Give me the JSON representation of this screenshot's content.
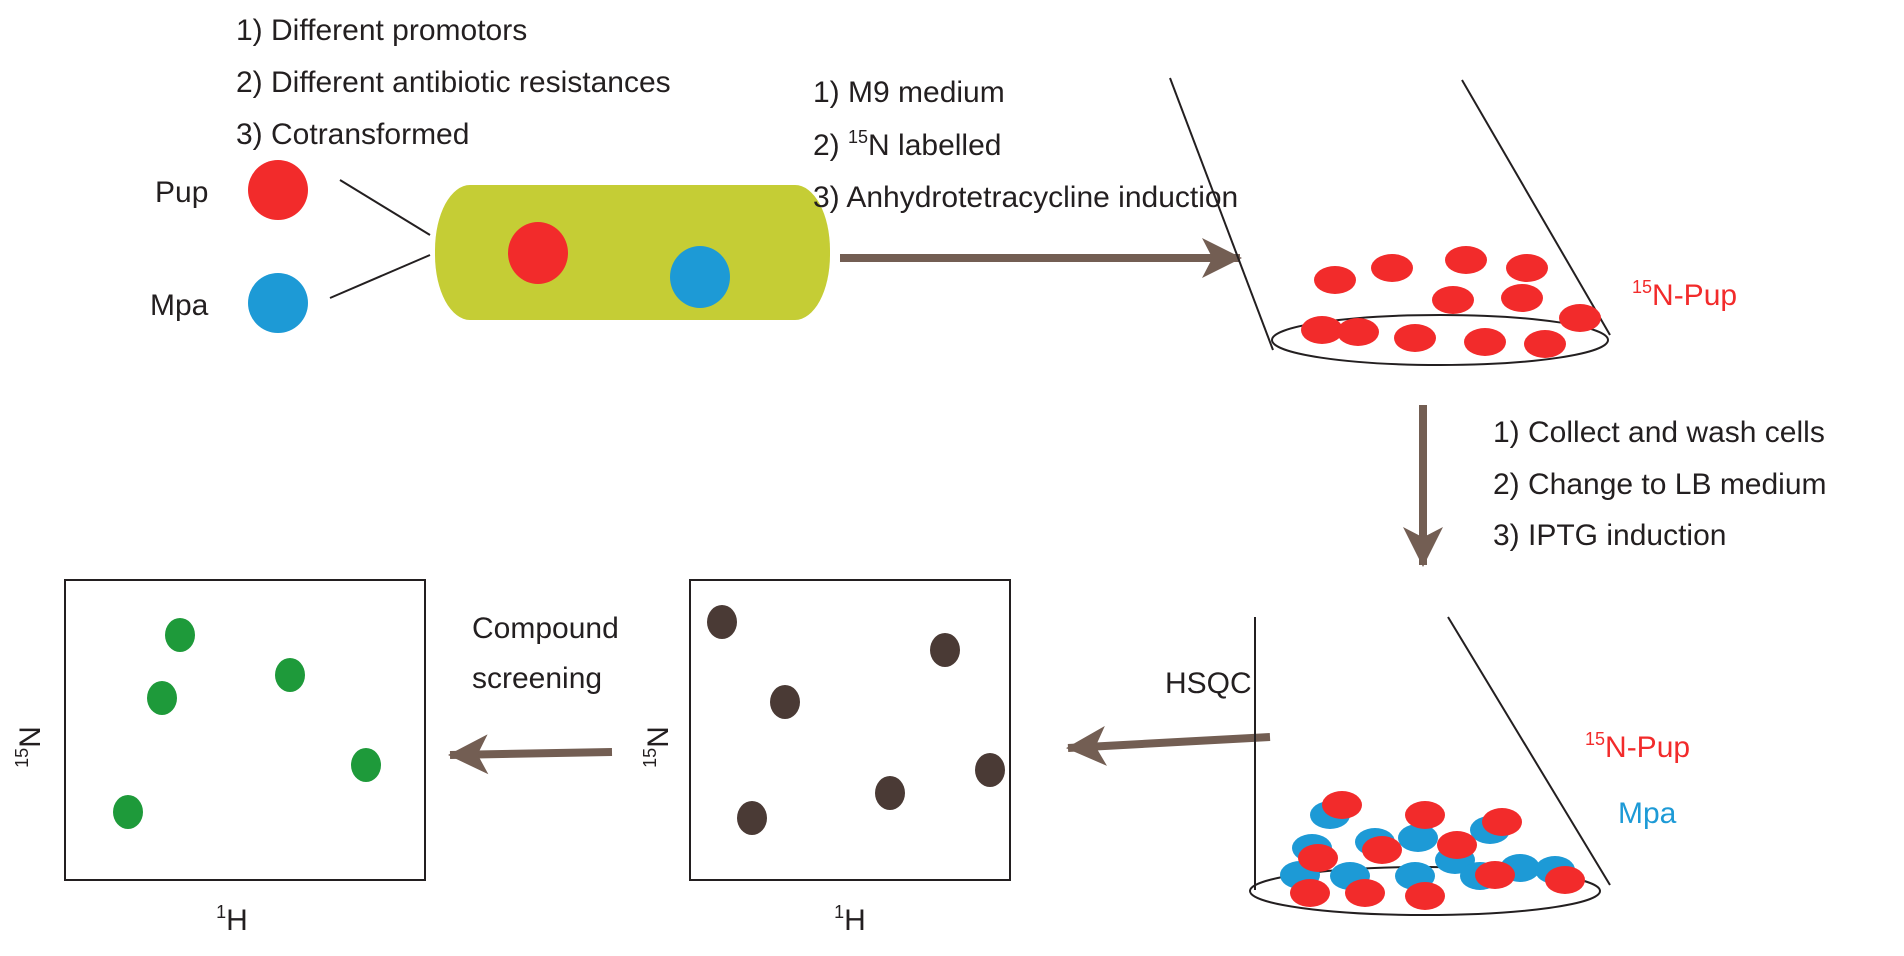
{
  "plasmid_notes": [
    "1) Different promotors",
    "2) Different antibiotic resistances",
    "3) Cotransformed"
  ],
  "proteins": {
    "pup": "Pup",
    "mpa": "Mpa"
  },
  "growth_steps": [
    "1) M9 medium",
    "2) ",
    "N labelled",
    "3) Anhydrotetracycline induction"
  ],
  "wash_steps": [
    "1) Collect and wash cells",
    "2) Change to LB medium",
    "3) IPTG induction"
  ],
  "iso": {
    "n15": "15",
    "h1": "1"
  },
  "labels": {
    "n15_pup": "N-Pup",
    "mpa": "Mpa",
    "hsqc": "HSQC",
    "compound": "Compound",
    "screening": "screening",
    "N": "N",
    "H": "H"
  },
  "colors": {
    "pup": "#f22b2b",
    "mpa": "#1d9ad6",
    "cell": "#c5cd35",
    "arrow": "#735e53",
    "hsqc_peak": "#4a3a35",
    "screen_peak": "#1e9a3a",
    "text": "#231f20"
  }
}
